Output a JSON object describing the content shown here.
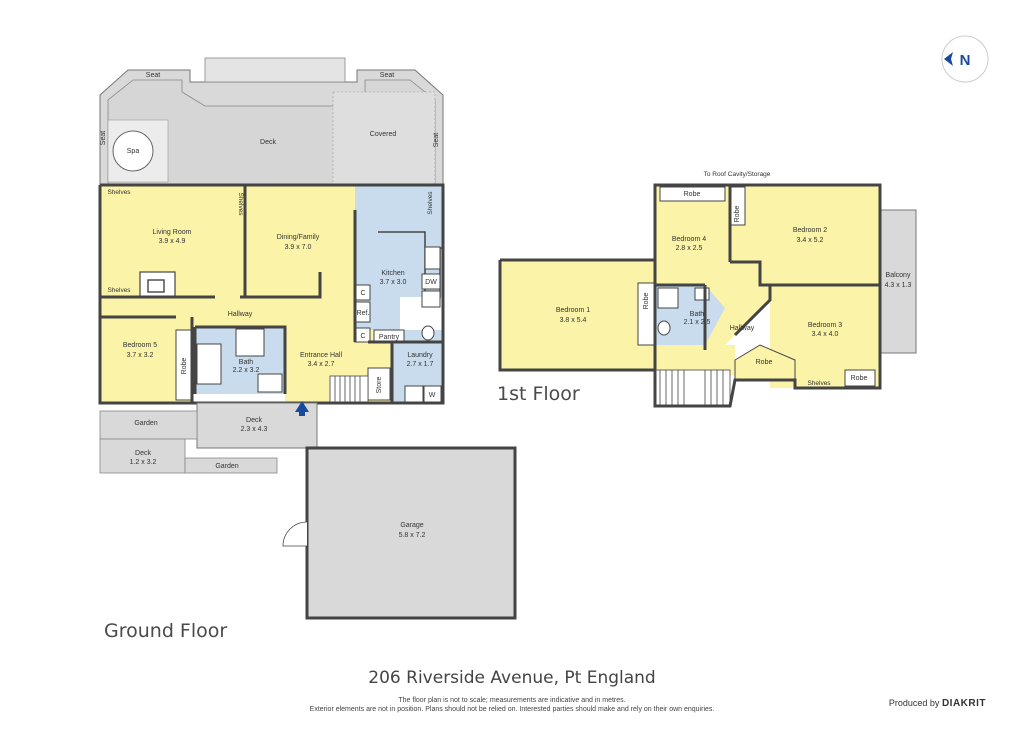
{
  "address": "206 Riverside Avenue, Pt England",
  "disclaimer": {
    "line1": "The floor plan is not to scale; measurements are indicative and in metres.",
    "line2": "Exterior elements are not in position. Plans should not be relied on. Interested parties should make and rely on their own enquiries."
  },
  "producer": {
    "prefix": "Produced by",
    "name": "DIAKRIT"
  },
  "compass": {
    "label": "N"
  },
  "colors": {
    "room": "#fbf3a8",
    "wet": "#c9dcee",
    "outdoor": "#d9d9d9",
    "wall": "#444444",
    "accent": "#1a4a9c"
  },
  "ground_floor": {
    "title": "Ground Floor",
    "labels": {
      "seat_left": "Seat",
      "seat_right": "Seat",
      "seat_side_left": "Seat",
      "seat_side_right": "Seat",
      "spa": "Spa",
      "deck": "Deck",
      "covered": "Covered",
      "shelves_1": "Shelves",
      "shelves_2": "Shelves",
      "shelves_3": "Shelves",
      "shelves_4": "Shelves",
      "living_name": "Living Room",
      "living_dim": "3.9 x 4.9",
      "dining_name": "Dining/Family",
      "dining_dim": "3.9 x 7.0",
      "kitchen_name": "Kitchen",
      "kitchen_dim": "3.7 x 3.0",
      "dw": "DW",
      "c1": "C",
      "c2": "C",
      "ref": "Ref.",
      "pantry": "Pantry",
      "hallway": "Hallway",
      "bed5_name": "Bedroom 5",
      "bed5_dim": "3.7 x 3.2",
      "robe": "Robe",
      "bath_name": "Bath",
      "bath_dim": "2.2 x 3.2",
      "entrance_name": "Entrance Hall",
      "entrance_dim": "3.4 x 2.7",
      "laundry_name": "Laundry",
      "laundry_dim": "2.7 x 1.7",
      "store": "Store",
      "w": "W",
      "deck2_name": "Deck",
      "deck2_dim": "2.3 x 4.3",
      "garden_1": "Garden",
      "garden_2": "Garden",
      "deck3_name": "Deck",
      "deck3_dim": "1.2 x 3.2",
      "garage_name": "Garage",
      "garage_dim": "5.8 x 7.2"
    }
  },
  "first_floor": {
    "title": "1st Floor",
    "labels": {
      "roof": "To Roof Cavity/Storage",
      "robe_top": "Robe",
      "robe_side": "Robe",
      "robe_bed1": "Robe",
      "robe_bed3a": "Robe",
      "robe_bed3b": "Robe",
      "bed1_name": "Bedroom 1",
      "bed1_dim": "3.8 x 5.4",
      "bed4_name": "Bedroom 4",
      "bed4_dim": "2.8 x 2.5",
      "bed2_name": "Bedroom 2",
      "bed2_dim": "3.4 x 5.2",
      "balcony_name": "Balcony",
      "balcony_dim": "4.3 x 1.3",
      "bath_name": "Bath",
      "bath_dim": "2.1 x 2.5",
      "hallway": "Hallway",
      "bed3_name": "Bedroom 3",
      "bed3_dim": "3.4 x 4.0",
      "shelves": "Shelves"
    }
  }
}
